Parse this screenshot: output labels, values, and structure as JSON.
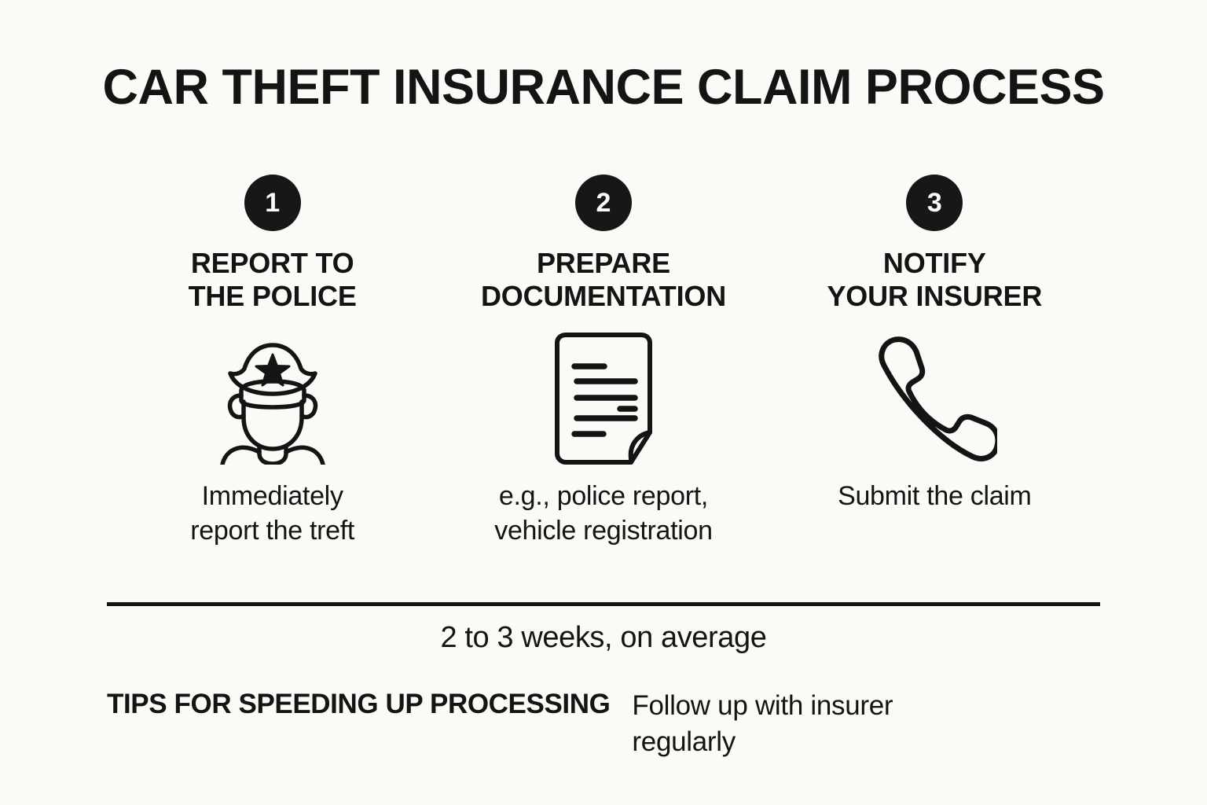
{
  "document": {
    "title": "CAR THEFT INSURANCE CLAIM PROCESS",
    "background_color": "#FBFAF6",
    "ink_color": "#141414",
    "badge_color": "#171717"
  },
  "steps": [
    {
      "number": "1",
      "heading": "REPORT TO\nTHE POLICE",
      "caption": "Immediately\nreport the treft",
      "icon": "police-officer-icon"
    },
    {
      "number": "2",
      "heading": "PREPARE\nDOCUMENTATION",
      "caption": "e.g., police report,\nvehicle registration",
      "icon": "document-icon"
    },
    {
      "number": "3",
      "heading": "NOTIFY\nYOUR INSURER",
      "caption": "Submit the claim",
      "icon": "phone-handset-icon"
    }
  ],
  "footer": {
    "duration": "2 to 3 weeks, on average",
    "tips_label": "TIPS FOR SPEEDING UP PROCESSING",
    "tips_text": "Follow up with insurer regularly"
  }
}
